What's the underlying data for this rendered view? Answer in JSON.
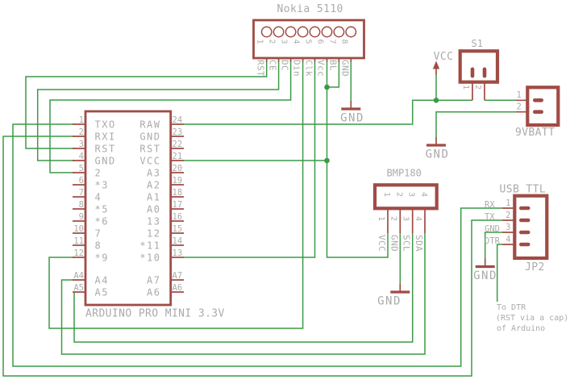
{
  "schematic": {
    "colors": {
      "wire": "#3c9a46",
      "symbol": "#a04b45",
      "text": "#ababab",
      "bg": "#ffffff"
    },
    "net_labels": {
      "vcc": "VCC",
      "gnd": "GND"
    },
    "note_lines": [
      "To DTR",
      "(RST via a cap)",
      "of Arduino"
    ],
    "parts": {
      "nokia": {
        "title": "Nokia 5110",
        "pins": [
          {
            "num": "1",
            "label": "RST"
          },
          {
            "num": "2",
            "label": "CE"
          },
          {
            "num": "3",
            "label": "DC"
          },
          {
            "num": "4",
            "label": "Din"
          },
          {
            "num": "5",
            "label": "Clk"
          },
          {
            "num": "6",
            "label": "Vcc"
          },
          {
            "num": "7",
            "label": "BL"
          },
          {
            "num": "8",
            "label": "GND"
          }
        ]
      },
      "arduino": {
        "title": "ARDUINO PRO MINI 3.3V",
        "left_pins": [
          {
            "num": "1",
            "label": "TXO"
          },
          {
            "num": "2",
            "label": "RXI"
          },
          {
            "num": "3",
            "label": "RST"
          },
          {
            "num": "4",
            "label": "GND"
          },
          {
            "num": "5",
            "label": "2"
          },
          {
            "num": "6",
            "label": "*3"
          },
          {
            "num": "7",
            "label": "4"
          },
          {
            "num": "8",
            "label": "*5"
          },
          {
            "num": "9",
            "label": "*6"
          },
          {
            "num": "10",
            "label": "7"
          },
          {
            "num": "11",
            "label": "8"
          },
          {
            "num": "12",
            "label": "*9"
          },
          {
            "num": "A4",
            "label": "A4"
          },
          {
            "num": "A5",
            "label": "A5"
          }
        ],
        "right_pins": [
          {
            "num": "24",
            "label": "RAW"
          },
          {
            "num": "23",
            "label": "GND"
          },
          {
            "num": "22",
            "label": "RST"
          },
          {
            "num": "21",
            "label": "VCC"
          },
          {
            "num": "20",
            "label": "A3"
          },
          {
            "num": "19",
            "label": "A2"
          },
          {
            "num": "18",
            "label": "A1"
          },
          {
            "num": "17",
            "label": "A0"
          },
          {
            "num": "16",
            "label": "13"
          },
          {
            "num": "15",
            "label": "12"
          },
          {
            "num": "14",
            "label": "*11"
          },
          {
            "num": "13",
            "label": "*10"
          },
          {
            "num": "A7",
            "label": "A7"
          },
          {
            "num": "A6",
            "label": "A6"
          }
        ]
      },
      "bmp180": {
        "title": "BMP180",
        "pins": [
          {
            "num": "1",
            "label": "VCC"
          },
          {
            "num": "2",
            "label": "GND"
          },
          {
            "num": "3",
            "label": "SCL"
          },
          {
            "num": "4",
            "label": "SDA"
          }
        ]
      },
      "usb_ttl": {
        "title": "USB TTL",
        "ref": "JP2",
        "pins": [
          {
            "num": "1",
            "label": "RX"
          },
          {
            "num": "2",
            "label": "TX"
          },
          {
            "num": "3",
            "label": "GND"
          },
          {
            "num": "4",
            "label": "DTR"
          }
        ]
      },
      "switch_s1": {
        "ref": "S1",
        "pins": [
          {
            "num": "1"
          },
          {
            "num": "2"
          }
        ]
      },
      "battery": {
        "ref": "9VBATT",
        "pins": [
          {
            "num": "1"
          },
          {
            "num": "2"
          }
        ]
      }
    }
  }
}
